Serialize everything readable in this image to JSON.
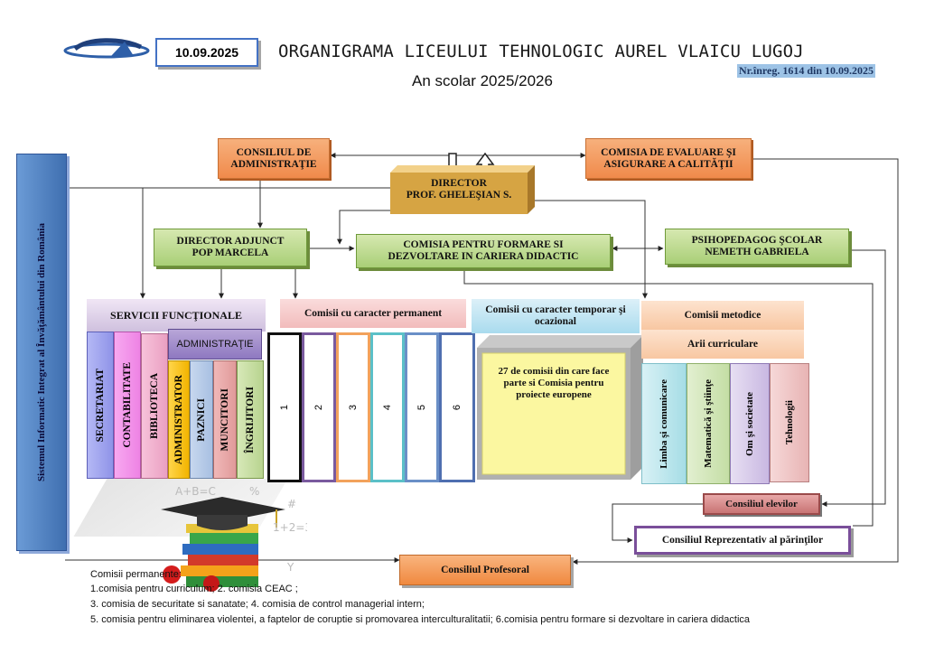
{
  "header": {
    "date": "10.09.2025",
    "title": "ORGANIGRAMA LICEULUI TEHNOLOGIC AUREL VLAICU LUGOJ",
    "subtitle": "An scolar 2025/2026",
    "registration": "Nr.înreg. 1614 din 10.09.2025"
  },
  "side_label": "Sistemul Informatic Integrat al Învăţământului din România",
  "nodes": {
    "consiliul_admin": "CONSILIUL DE ADMINISTRAŢIE",
    "ceac": "COMISIA DE EVALUARE ŞI ASIGURARE A CALITĂŢII",
    "director_title": "DIRECTOR",
    "director_name": "PROF. GHELEŞIAN S.",
    "director_adjunct_title": "DIRECTOR ADJUNCT",
    "director_adjunct_name": "POP MARCELA",
    "comisia_formare_1": "COMISIA PENTRU FORMARE  SI",
    "comisia_formare_2": "DEZVOLTARE IN CARIERA DIDACTIC",
    "psihopedagog_1": "PSIHOPEDAGOG ŞCOLAR",
    "psihopedagog_2": "NEMETH GABRIELA",
    "servicii": "SERVICII FUNCŢIONALE",
    "comisii_permanente": "Comisii cu caracter permanent",
    "comisii_temporare": "Comisii cu caracter  temporar şi ocazional",
    "comisii_temporare_desc": "27 de comisii  din care face parte si Comisia pentru proiecte europene",
    "comisii_metodice": "Comisii metodice",
    "arii_curriculare": "Arii curriculare",
    "consiliul_elevilor": "Consiliul elevilor",
    "consiliul_parinti": "Consiliul Reprezentativ al părinţilor",
    "consiliul_profesoral": "Consiliul Profesoral"
  },
  "servicii_columns": [
    "SECRETARIAT",
    "CONTABILITATE",
    "BIBLIOTECA"
  ],
  "administratie": {
    "label": "ADMINISTRAŢIE",
    "columns": [
      "ADMINISTRATOR",
      "PAZNICI",
      "MUNCITORI",
      "ÎNGRIJITORI"
    ]
  },
  "comisii_numbers": [
    "1",
    "2",
    "3",
    "4",
    "5",
    "6"
  ],
  "arii": [
    "Limba şi comunicare",
    "Matematică şi ştiinţe",
    "Om şi societate",
    "Tehnologii"
  ],
  "notes": {
    "heading": "Comisii permanente:",
    "line1": "1.comisia pentru curriculum; 2. comisia CEAC ;",
    "line2": "3. comisia de securitate si sanatate; 4. comisia de control managerial intern;",
    "line3": "5. comisia pentru eliminarea violentei, a faptelor de coruptie si promovarea interculturalitatii; 6.comisia pentru  formare si dezvoltare in cariera didactica"
  },
  "colors": {
    "orange": "#f59a5c",
    "green": "#a9cf77",
    "blue_side": "#4f81bd",
    "registration_bg": "#9dc3e6"
  }
}
